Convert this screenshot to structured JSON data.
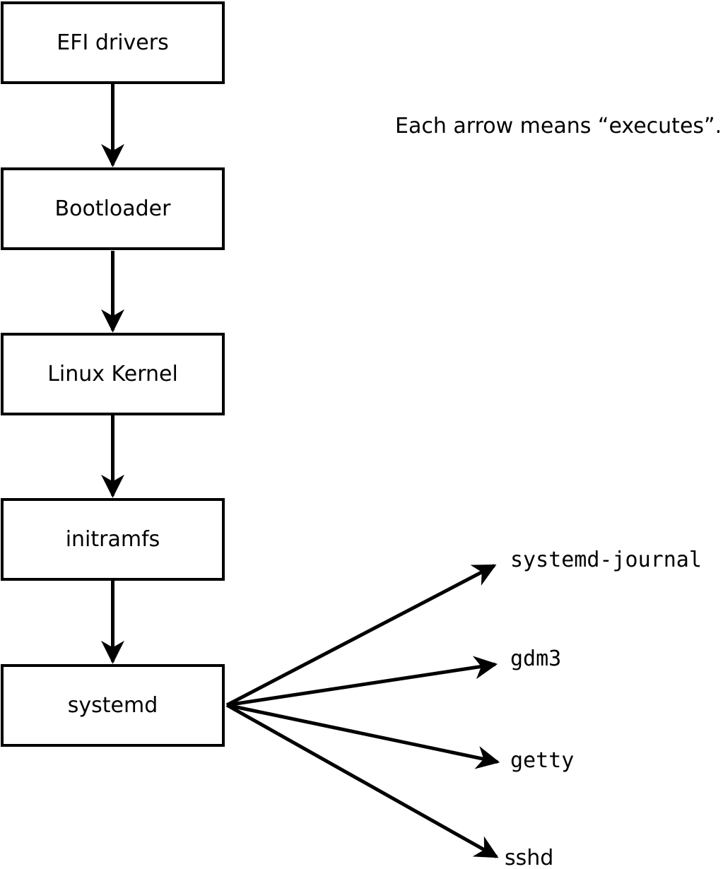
{
  "diagram": {
    "annotation": "Each arrow means “executes”.",
    "chain": [
      {
        "id": "efi-drivers",
        "label": "EFI drivers"
      },
      {
        "id": "bootloader",
        "label": "Bootloader"
      },
      {
        "id": "linux-kernel",
        "label": "Linux Kernel"
      },
      {
        "id": "initramfs",
        "label": "initramfs"
      },
      {
        "id": "systemd",
        "label": "systemd"
      }
    ],
    "children": [
      {
        "id": "systemd-journal",
        "label": "systemd-journal"
      },
      {
        "id": "gdm3",
        "label": "gdm3"
      },
      {
        "id": "getty",
        "label": "getty"
      },
      {
        "id": "sshd",
        "label": "sshd"
      }
    ],
    "edges": [
      {
        "from": "EFI drivers",
        "to": "Bootloader"
      },
      {
        "from": "Bootloader",
        "to": "Linux Kernel"
      },
      {
        "from": "Linux Kernel",
        "to": "initramfs"
      },
      {
        "from": "initramfs",
        "to": "systemd"
      },
      {
        "from": "systemd",
        "to": "systemd-journal"
      },
      {
        "from": "systemd",
        "to": "gdm3"
      },
      {
        "from": "systemd",
        "to": "getty"
      },
      {
        "from": "systemd",
        "to": "sshd"
      }
    ],
    "colors": {
      "foreground": "#000000",
      "background": "#ffffff",
      "box_fill": "#ffffff"
    }
  }
}
